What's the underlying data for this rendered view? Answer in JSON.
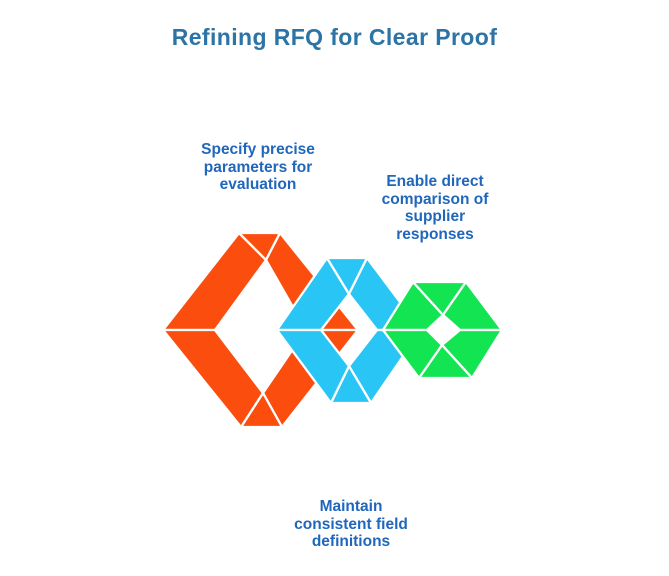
{
  "title": "Refining RFQ for Clear Proof",
  "labels": [
    {
      "id": "specify",
      "lines": [
        "Specify precise",
        "parameters for",
        "evaluation"
      ]
    },
    {
      "id": "enable",
      "lines": [
        "Enable direct",
        "comparison of",
        "supplier",
        "responses"
      ]
    },
    {
      "id": "maintain",
      "lines": [
        "Maintain",
        "consistent field",
        "definitions"
      ]
    }
  ],
  "diagram": {
    "description": "Three interlocked isometric diamond chain links",
    "links": [
      {
        "name": "orange-link",
        "color_key": "orange",
        "label_id": "specify"
      },
      {
        "name": "cyan-link",
        "color_key": "cyan",
        "label_id": "enable"
      },
      {
        "name": "green-link",
        "color_key": "green",
        "label_id": "maintain"
      }
    ]
  },
  "colors": {
    "title": "#2C73A6",
    "label": "#2067BC",
    "orange": "#FB4E0E",
    "cyan": "#29C5F4",
    "green": "#12E452",
    "outline": "#FFFFFF",
    "background": "#FFFFFF"
  }
}
